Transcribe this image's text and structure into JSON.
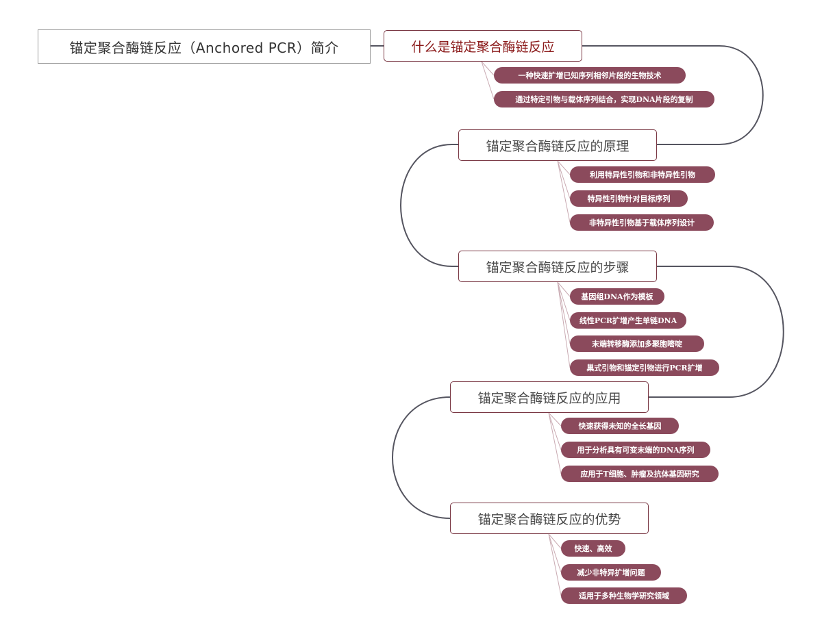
{
  "root": {
    "title": "锚定聚合酶链反应（Anchored PCR）简介"
  },
  "branches": [
    {
      "label": "什么是锚定聚合酶链反应",
      "items": [
        "一种快速扩增已知序列相邻片段的生物技术",
        "通过特定引物与载体序列结合，实现DNA片段的复制"
      ]
    },
    {
      "label": "锚定聚合酶链反应的原理",
      "items": [
        "利用特异性引物和非特异性引物",
        "特异性引物针对目标序列",
        "非特异性引物基于载体序列设计"
      ]
    },
    {
      "label": "锚定聚合酶链反应的步骤",
      "items": [
        "基因组DNA作为模板",
        "线性PCR扩增产生单链DNA",
        "末端转移酶添加多聚胞嘧啶",
        "巢式引物和锚定引物进行PCR扩增"
      ]
    },
    {
      "label": "锚定聚合酶链反应的应用",
      "items": [
        "快速获得未知的全长基因",
        "用于分析具有可变末端的DNA序列",
        "应用于T细胞、肿瘤及抗体基因研究"
      ]
    },
    {
      "label": "锚定聚合酶链反应的优势",
      "items": [
        "快速、高效",
        "减少非特异扩增问题",
        "适用于多种生物学研究领域"
      ]
    }
  ],
  "colors": {
    "branch_border": "#7a3844",
    "leaf_fill": "#8b4a5c",
    "connector": "#555560",
    "leaf_link": "#c9aab2"
  }
}
